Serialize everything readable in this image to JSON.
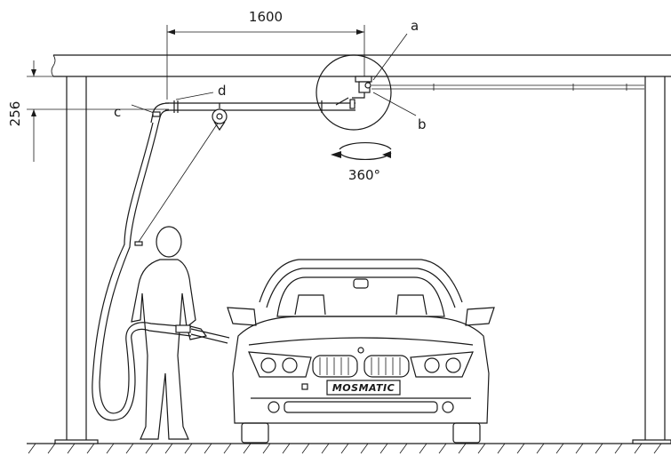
{
  "dimensions": {
    "horizontal": "1600",
    "vertical": "256"
  },
  "labels": {
    "a": "a",
    "b": "b",
    "c": "c",
    "d": "d"
  },
  "rotation": "360°",
  "brand": "MOSMATIC",
  "colors": {
    "line": "#1a1a1a",
    "background": "#ffffff"
  }
}
